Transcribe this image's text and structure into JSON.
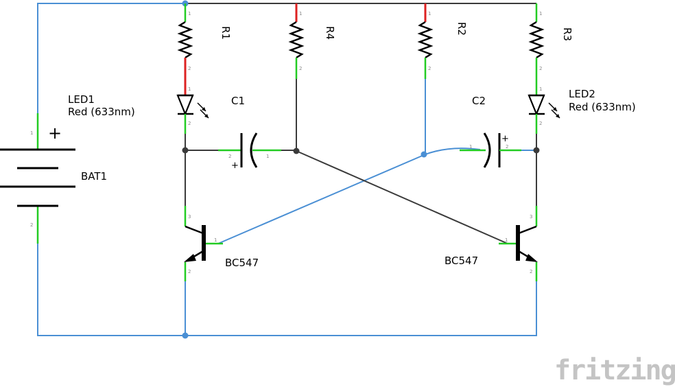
{
  "components": {
    "R1": {
      "label": "R1"
    },
    "R2": {
      "label": "R2"
    },
    "R3": {
      "label": "R3"
    },
    "R4": {
      "label": "R4"
    },
    "C1": {
      "label": "C1"
    },
    "C2": {
      "label": "C2"
    },
    "LED1": {
      "label": "LED1",
      "value": "Red (633nm)"
    },
    "LED2": {
      "label": "LED2",
      "value": "Red (633nm)"
    },
    "BAT1": {
      "label": "BAT1",
      "polarity": "+"
    },
    "Q1": {
      "label": "BC547"
    },
    "Q2": {
      "label": "BC547"
    }
  },
  "capacitor_sign": "+",
  "pin_numbers": {
    "one": "1",
    "two": "2",
    "three": "3"
  },
  "brand": {
    "logo": "fritzing"
  },
  "colors": {
    "wire_schematic": "#4a8fd4",
    "wire_internal": "#3a3a3a",
    "pin_connected": "#22cc22",
    "pin_unconnected": "#dd2222",
    "logo": "#c4c4c4"
  }
}
